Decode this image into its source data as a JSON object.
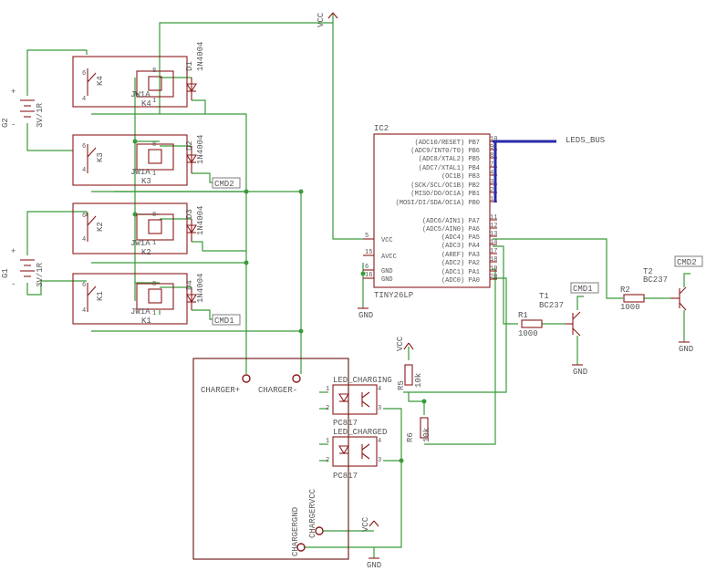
{
  "labels": {
    "vcc": "VCC",
    "gnd": "GND",
    "ic2": "IC2",
    "ic2_part": "TINY26LP",
    "leds_bus": "LEDS_BUS",
    "g1": "G1",
    "g2": "G2",
    "battery": "3V/1R",
    "cmd1": "CMD1",
    "cmd2": "CMD2",
    "diode": "1N4004",
    "relay": "JW1A",
    "charger_plus": "CHARGER+",
    "charger_minus": "CHARGER-",
    "chargergnd": "CHARGERGND",
    "chargervcc": "CHARGERVCC",
    "led_charging": "LED_CHARGING",
    "led_charged": "LED_CHARGED",
    "pc817": "PC817",
    "t1": "T1",
    "t2": "T2",
    "bc237": "BC237",
    "r1": "R1",
    "r2": "R2",
    "r5": "R5",
    "r6": "R6",
    "r_1000": "1000",
    "r_10k": "10k"
  },
  "relays": [
    {
      "ref": "K4",
      "diode": "D1"
    },
    {
      "ref": "K3",
      "diode": "D2"
    },
    {
      "ref": "K2",
      "diode": "D3"
    },
    {
      "ref": "K1",
      "diode": "D4"
    }
  ],
  "ic_pins_left": [
    {
      "num": "5",
      "name": "VCC"
    },
    {
      "num": "15",
      "name": "AVCC"
    },
    {
      "num": "6",
      "name": "GND"
    },
    {
      "num": "16",
      "name": "GND"
    }
  ],
  "ic_pins_right": [
    {
      "num": "10",
      "name": "(ADC10/RESET) PB7"
    },
    {
      "num": "9",
      "name": "(ADC9/INT0/T0) PB6"
    },
    {
      "num": "8",
      "name": "(ADC8/XTAL2) PB5"
    },
    {
      "num": "7",
      "name": "(ADC7/XTAL1) PB4"
    },
    {
      "num": "4",
      "name": "(OC1B) PB3"
    },
    {
      "num": "3",
      "name": "(SCK/SCL/OC1B) PB2"
    },
    {
      "num": "2",
      "name": "(MISO/DO/OC1A) PB1"
    },
    {
      "num": "1",
      "name": "(MOSI/DI/SDA/OC1A) PB0"
    },
    {
      "num": "11",
      "name": "(ADC6/AIN1) PA7"
    },
    {
      "num": "12",
      "name": "(ADC5/AIN0) PA6"
    },
    {
      "num": "13",
      "name": "(ADC4) PA5"
    },
    {
      "num": "14",
      "name": "(ADC3) PA4"
    },
    {
      "num": "17",
      "name": "(AREF) PA3"
    },
    {
      "num": "18",
      "name": "(ADC2) PA2"
    },
    {
      "num": "19",
      "name": "(ADC1) PA1"
    },
    {
      "num": "20",
      "name": "(ADC0) PA0"
    }
  ]
}
